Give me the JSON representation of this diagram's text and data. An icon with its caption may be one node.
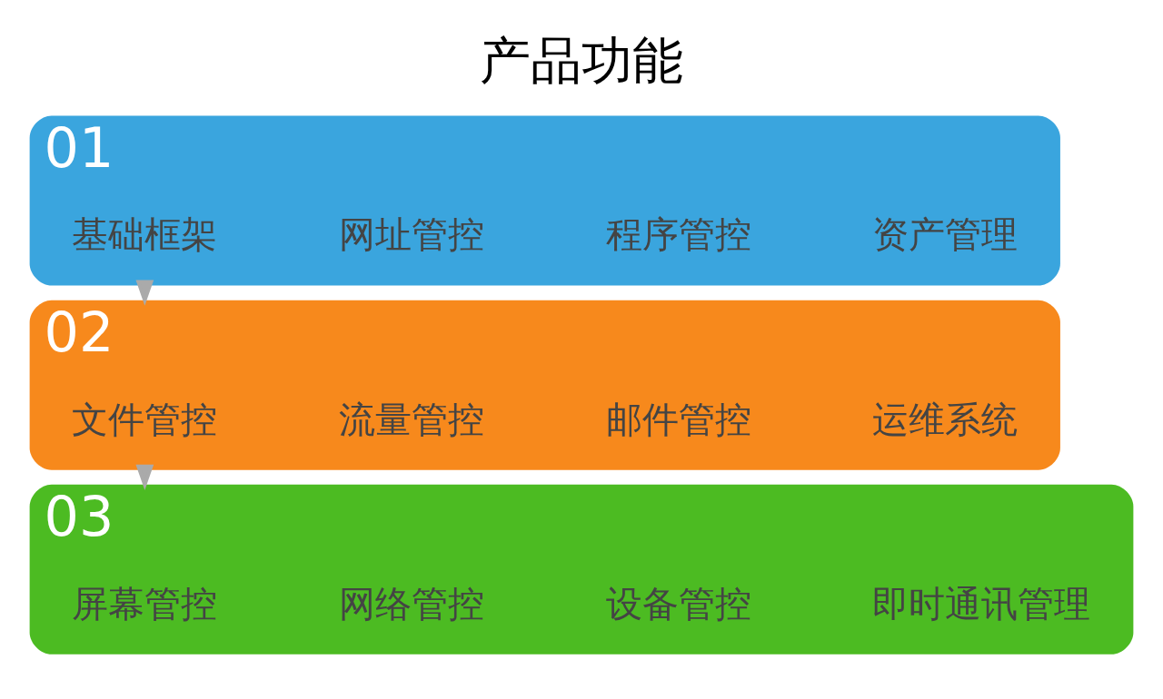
{
  "diagram": {
    "title": "产品功能",
    "nodes": [
      {
        "text": [
          "01"
        ]
      },
      {
        "text": [
          "基础框架"
        ],
        "in": 0
      },
      {
        "text": [
          "网址管控"
        ],
        "in": 0
      },
      {
        "text": [
          "程序管控"
        ],
        "in": 0
      },
      {
        "text": [
          "资产管理"
        ],
        "in": 0
      },
      {
        "text": [
          "02"
        ]
      },
      {
        "text": [
          "文件管控"
        ],
        "in": 5
      },
      {
        "text": [
          "流量管控"
        ],
        "in": 5
      },
      {
        "text": [
          "邮件管控"
        ],
        "in": 5
      },
      {
        "text": [
          "运维系统"
        ],
        "in": 5
      },
      {
        "text": [
          "03"
        ]
      },
      {
        "text": [
          "屏幕管控"
        ],
        "in": 10
      },
      {
        "text": [
          "网络管控"
        ],
        "in": 10
      },
      {
        "text": [
          "设备管控"
        ],
        "in": 10
      },
      {
        "text": [
          "即时通讯管理"
        ],
        "in": 10
      }
    ],
    "edges": [
      {
        "from": 0,
        "to": 5,
        "arrow": "to"
      },
      {
        "from": 5,
        "to": 10,
        "arrow": "to"
      }
    ]
  }
}
